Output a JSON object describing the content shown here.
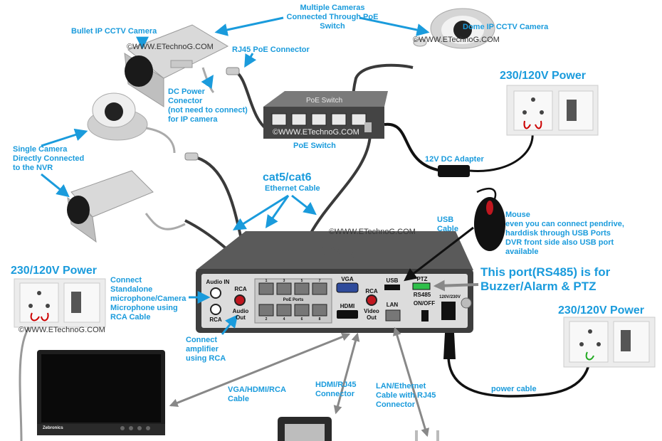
{
  "labels": {
    "multiple_cameras": "Multiple Cameras\nConnected Through PoE\nSwitch",
    "bullet_cam": "Bullet IP CCTV Camera",
    "dome_cam": "Dome IP CCTV Camera",
    "rj45_poe": "RJ45 PoE Connector",
    "dc_power": "DC Power\nConector\n(not need to connect)\nfor IP camera",
    "poe_switch_caption": "PoE Switch",
    "power_top": "230/120V Power",
    "single_camera": "Single Camera\nDirectly Connected\nto the NVR",
    "dc_adapter": "12V DC Adapter",
    "cat5": "cat5/cat6",
    "ethernet_cable": "Ethernet Cable",
    "usb_cable": "USB\nCable",
    "mouse": "Mouse\n   even you can connect pendrive,\n   harddisk through USB Ports\n   DVR front side also USB port\n   available",
    "power_left": "230/120V Power",
    "mic": "Connect\nStandalone\nmicrophone/Camera\nMicrophone using\nRCA Cable",
    "rs485": "This port(RS485) is for\nBuzzer/Alarm & PTZ",
    "power_right": "230/120V Power",
    "amplifier": "Connect\namplifier\nusing RCA",
    "vga_cable": "VGA/HDMI/RCA\nCable",
    "hdmi_rj45": "HDMI/RJ45\nConnector",
    "lan_cable": "LAN/Ethernet\nCable with RJ45\nConnector",
    "power_cable": "power cable"
  },
  "watermarks": {
    "w1": "©WWW.ETechnoG.COM",
    "w2": "©WWW.ETechnoG.COM",
    "w3": "©WWW.ETechnoG.COM",
    "w4": "©WWW.ETechnoG.COM",
    "w5": "©WWW.ETechnoG.COM"
  },
  "devices": {
    "nvr_title": "NVR",
    "switch_title": "PoE Switch",
    "audio_in": "Audio IN",
    "rca_left": "RCA",
    "rca_red": "RCA",
    "audio_out": "Audio\nOut",
    "vga": "VGA",
    "rca_video": "RCA",
    "video_out": "Video\nOut",
    "hdmi": "HDMI",
    "usb": "USB",
    "lan": "LAN",
    "ptz": "PTZ",
    "rs485_small": "RS485",
    "onoff": "ON/OFF",
    "voltage": "120V/230V",
    "poe_ports": "PoE Ports",
    "port_nums_top": [
      "1",
      "3",
      "5",
      "7"
    ],
    "port_nums_bottom": [
      "2",
      "4",
      "6",
      "8"
    ],
    "monitor_brand": "Zebronics"
  },
  "colors": {
    "label_blue": "#1a9bdc",
    "arrow_blue": "#1a9bdc",
    "nvr_body": "#4a4a4a",
    "panel_face": "#d9d9d9"
  }
}
